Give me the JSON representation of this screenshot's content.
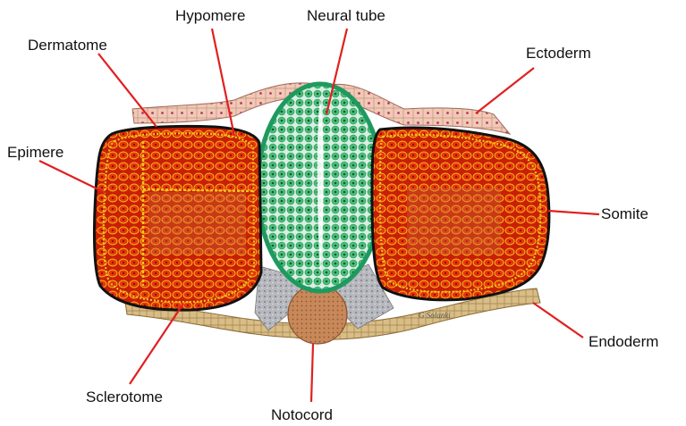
{
  "labels": {
    "hypomere": "Hypomere",
    "neural_tube": "Neural tube",
    "dermatome": "Dermatome",
    "ectoderm": "Ectoderm",
    "epimere": "Epimere",
    "somite": "Somite",
    "endoderm": "Endoderm",
    "sclerotome": "Sclerotome",
    "notocord": "Notocord"
  },
  "signature": "G Solanki",
  "colors": {
    "leader_line": "#e02020",
    "somite_red": "#d8280a",
    "somite_yellow": "#f2c51a",
    "neural_green": "#22a86a",
    "ectoderm_pink": "#f1c9b5",
    "endoderm_tan": "#c9a86a",
    "notocord_brown": "#c8885a",
    "sclerotome_gray": "#a8aab0"
  }
}
